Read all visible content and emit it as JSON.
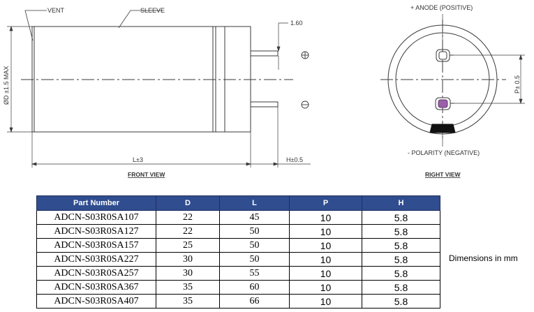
{
  "front_view": {
    "title": "FRONT VIEW",
    "vent_label": "VENT",
    "sleeve_label": "SLEEVE",
    "diameter_label": "ØD ±1.5 MAX",
    "length_label": "L±3",
    "lead_thickness_label": "1.60",
    "lead_height_label": "H±0.5",
    "positive_symbol": "⊕",
    "negative_symbol": "⊖"
  },
  "right_view": {
    "title": "RIGHT VIEW",
    "anode_label": "+ ANODE (POSITIVE)",
    "polarity_label": "- POLARITY (NEGATIVE)",
    "pitch_label": "P± 0.5"
  },
  "table": {
    "headers": [
      "Part Number",
      "D",
      "L",
      "P",
      "H"
    ],
    "rows": [
      [
        "ADCN-S03R0SA107",
        "22",
        "45",
        "10",
        "5.8"
      ],
      [
        "ADCN-S03R0SA127",
        "22",
        "50",
        "10",
        "5.8"
      ],
      [
        "ADCN-S03R0SA157",
        "25",
        "50",
        "10",
        "5.8"
      ],
      [
        "ADCN-S03R0SA227",
        "30",
        "50",
        "10",
        "5.8"
      ],
      [
        "ADCN-S03R0SA257",
        "30",
        "55",
        "10",
        "5.8"
      ],
      [
        "ADCN-S03R0SA367",
        "35",
        "60",
        "10",
        "5.8"
      ],
      [
        "ADCN-S03R0SA407",
        "35",
        "66",
        "10",
        "5.8"
      ]
    ]
  },
  "units_note": "Dimensions in mm",
  "colors": {
    "table_header_bg": "#2f4d8f",
    "table_header_text": "#ffffff",
    "line": "#3a3a3a",
    "terminal_purple": "#9b5fa8"
  }
}
